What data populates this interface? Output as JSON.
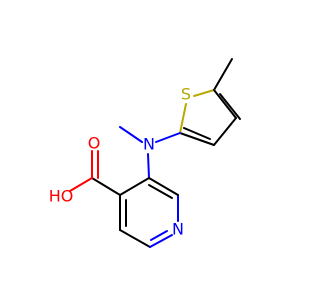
{
  "molecule": {
    "atoms": {
      "sulfur": "S",
      "amine_nitrogen": "N",
      "pyridine_nitrogen": "N",
      "hydroxyl": "HO",
      "carbonyl_oxygen": "O"
    },
    "colors": {
      "carbon_bond": "#000000",
      "nitrogen": "#0000ff",
      "oxygen": "#ff0000",
      "sulfur": "#b8a800"
    }
  }
}
